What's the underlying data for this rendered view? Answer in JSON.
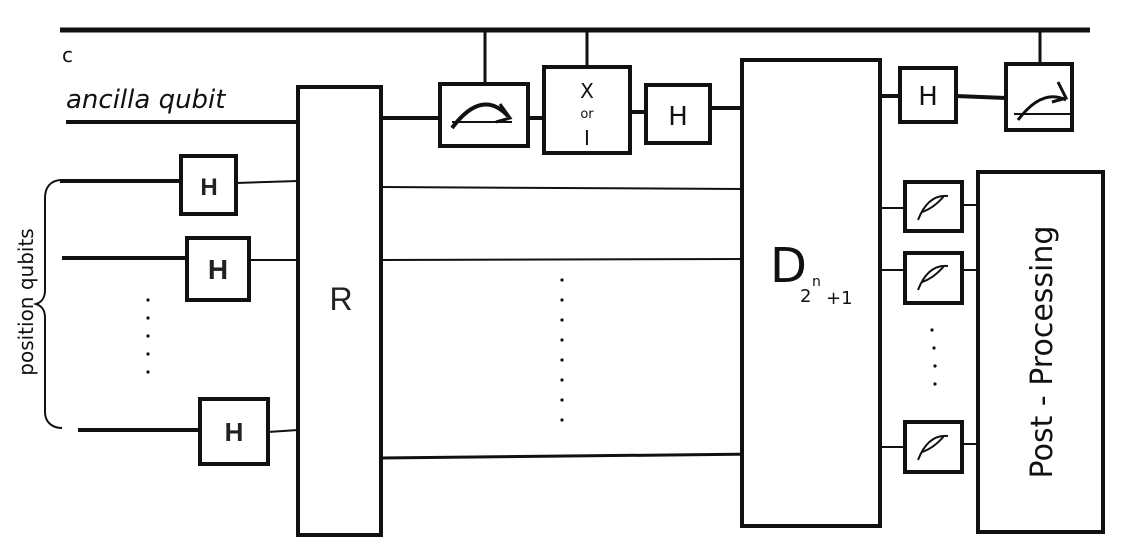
{
  "labels": {
    "classical_register": "c",
    "ancilla": "ancilla qubit",
    "position": "position qubits",
    "post_processing": "Post - Processing"
  },
  "gates": {
    "hadamard": "H",
    "reflection": "R",
    "x_gate": "X",
    "or_word": "or",
    "identity": "I",
    "diffusion_base": "D",
    "diffusion_sub_base": "2",
    "diffusion_sub_exp": "n",
    "diffusion_sub_tail": "+1"
  },
  "colors": {
    "ink": "#111111",
    "background": "#ffffff"
  }
}
